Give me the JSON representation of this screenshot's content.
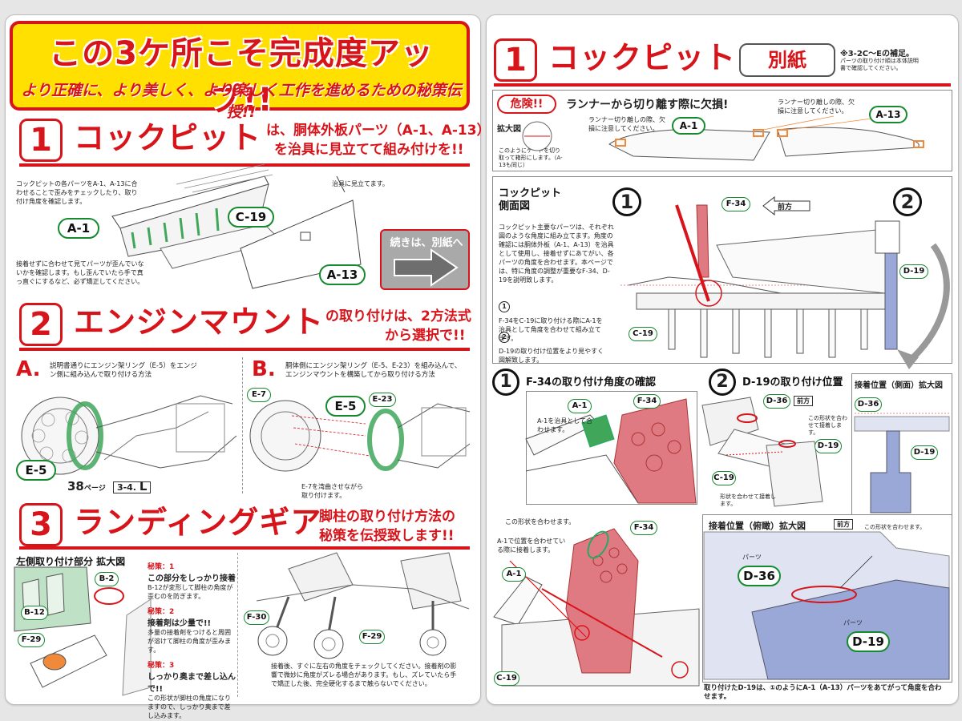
{
  "left": {
    "banner_title": "この3ケ所こそ完成度アップ!!",
    "banner_subtitle": "より正確に、より美しく、より楽しく工作を進めるための秘策伝授!!",
    "s1": {
      "num": "1",
      "title": "コックピット",
      "desc1": "は、胴体外板パーツ（A-1、A-13）",
      "desc2": "を治具に見立てて組み付けを!!",
      "note_top": "コックピットの各パーツをA-1、A-13に合わせることで歪みをチェックしたり、取り付け角度を確認します。",
      "note_jig": "治具に見立てます。",
      "note_bottom": "接着せずに合わせて見てパーツが歪んでいないかを確認します。もし歪んでいたら手で真っ直ぐにするなど、必ず矯正してください。",
      "labels": [
        "A-1",
        "C-19",
        "A-13"
      ],
      "continue": "続きは、別紙へ"
    },
    "s2": {
      "num": "2",
      "title": "エンジンマウント",
      "desc1": "の取り付けは、2方法式",
      "desc2": "から選択で!!",
      "a_letter": "A.",
      "a_text": "説明書通りにエンジン架リング（E-5）をエンジン側に組み込んで取り付ける方法",
      "b_letter": "B.",
      "b_text": "胴体側にエンジン架リング（E-5、E-23）を組み込んで、エンジンマウントを構築してから取り付ける方法",
      "label_a": "E-5",
      "page_ref_num": "38",
      "page_ref_suffix": "ページ",
      "page_ref_step": "3-4.",
      "page_ref_letter": "L",
      "labels_b": [
        "E-7",
        "E-5",
        "E-23"
      ],
      "b_note": "E-7を湾曲させながら取り付けます。"
    },
    "s3": {
      "num": "3",
      "title": "ランディングギア",
      "desc1": "脚柱の取り付け方法の",
      "desc2": "秘策を伝授致します!!",
      "panel_title": "左側取り付け部分 拡大図",
      "tips": [
        {
          "head": "秘策：1",
          "body": "この部分をしっかり接着",
          "note": "B-12が変形して脚柱の角度が歪むのを防ぎます。"
        },
        {
          "head": "秘策：2",
          "body": "接着剤は少量で!!",
          "note": "多量の接着剤をつけると周囲が溶けて脚柱の角度が歪みます。"
        },
        {
          "head": "秘策：3",
          "body": "しっかり奥まで差し込んで!!",
          "note": "この形状が脚柱の角度になりますので、しっかり奥まで差し込みます。"
        }
      ],
      "labels": [
        "B-2",
        "B-12",
        "F-29",
        "F-30",
        "F-29"
      ],
      "bottom_note": "接着後、すぐに左右の角度をチェックしてください。接着剤の影響で微妙に角度がズレる場合があります。もし、ズレていたら手で矯正した後、完全硬化するまで触らないでください。"
    }
  },
  "right": {
    "num": "1",
    "title": "コックピット",
    "tag": "別紙",
    "tag_note1": "※3-2C〜Eの補足。",
    "tag_note2": "パーツの取り付け順は本体説明書で確認してください。",
    "danger": {
      "badge": "危険!!",
      "title": "ランナーから切り離す際に欠損!",
      "zoom": "拡大図",
      "note_left": "ランナー切り離しの際、欠損に注意してください。",
      "note_right": "ランナー切り離しの際、欠損に注意してください。",
      "gate_note": "このようにゲートを切り取って箱形にします。（A-13も同じ）",
      "labels": [
        "A-1",
        "A-13"
      ]
    },
    "side": {
      "heading1": "コックピット",
      "heading2": "側面図",
      "text": "コックピット主要なパーツは、それぞれ図のような角度に組み立てます。角度の確認には胴体外板（A-1、A-13）を治具として使用し、接着せずにあてがい、各パーツの角度を合わせます。本ページでは、特に角度の調整が重要なF-34、D-19を説明致します。",
      "step1": "F-34をC-19に取り付ける際にA-1を治具として角度を合わせて組み立てます。",
      "step2": "D-19の取り付け位置をより見やすく図解致します。",
      "front": "前方",
      "labels": [
        "F-34",
        "C-19",
        "D-19"
      ],
      "circle1": "1",
      "circle2": "2"
    },
    "p1": {
      "num": "1",
      "title": "F-34の取り付け角度の確認",
      "note_a1": "A-1を治具として合わせます。",
      "note_shape": "この形状を合わせます。",
      "note_pos": "A-1で位置を合わせている際に接着します。",
      "labels": [
        "A-1",
        "F-34",
        "F-34",
        "A-1",
        "C-19"
      ]
    },
    "p2": {
      "num": "2",
      "title": "D-19の取り付け位置",
      "front": "前方",
      "note_shape": "この形状を合わせて接着します。",
      "note_shape2": "形状を合わせて接着します。",
      "labels": [
        "D-36",
        "D-19",
        "C-19"
      ]
    },
    "side_zoom": {
      "title": "接着位置（側面）拡大図",
      "labels": [
        "D-36",
        "D-19"
      ]
    },
    "top_zoom": {
      "title": "接着位置（俯瞰）拡大図",
      "front": "前方",
      "note": "この形状を合わせます。",
      "parts1": "パーツ",
      "label1": "D-36",
      "parts2": "パーツ",
      "label2": "D-19"
    },
    "bottom_note": "取り付けたD-19は、①のようにA-1（A-13）パーツをあてがって角度を合わせます。"
  },
  "colors": {
    "red": "#d8141b",
    "yellow": "#ffe000",
    "green": "#168a2f",
    "part_red": "#e07a82",
    "part_blue": "#9aa8d8"
  }
}
